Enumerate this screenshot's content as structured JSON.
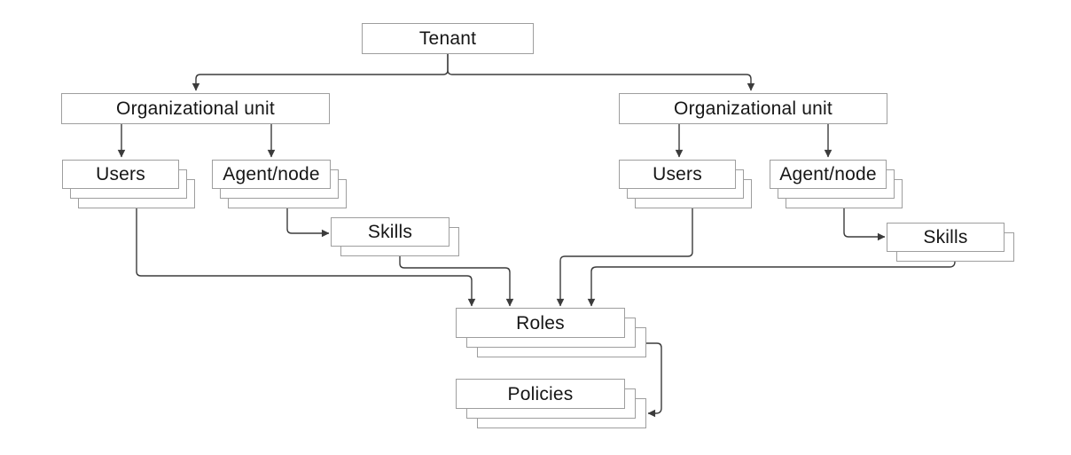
{
  "diagram": {
    "description": "Tenant hierarchy diagram",
    "colors": {
      "box_fill": "#ffffff",
      "box_border": "#9e9e9e",
      "connector": "#3b3b3b",
      "text": "#161616"
    },
    "nodes": {
      "tenant": {
        "label": "Tenant",
        "stacked": false
      },
      "org_unit_left": {
        "label": "Organizational unit",
        "stacked": false
      },
      "org_unit_right": {
        "label": "Organizational unit",
        "stacked": false
      },
      "users_left": {
        "label": "Users",
        "stacked": true
      },
      "agent_node_left": {
        "label": "Agent/node",
        "stacked": true
      },
      "skills_left": {
        "label": "Skills",
        "stacked": true
      },
      "users_right": {
        "label": "Users",
        "stacked": true
      },
      "agent_node_right": {
        "label": "Agent/node",
        "stacked": true
      },
      "skills_right": {
        "label": "Skills",
        "stacked": true
      },
      "roles": {
        "label": "Roles",
        "stacked": true
      },
      "policies": {
        "label": "Policies",
        "stacked": true
      }
    },
    "edges": [
      {
        "from": "tenant",
        "to": "org_unit_left"
      },
      {
        "from": "tenant",
        "to": "org_unit_right"
      },
      {
        "from": "org_unit_left",
        "to": "users_left"
      },
      {
        "from": "org_unit_left",
        "to": "agent_node_left"
      },
      {
        "from": "agent_node_left",
        "to": "skills_left"
      },
      {
        "from": "org_unit_right",
        "to": "users_right"
      },
      {
        "from": "org_unit_right",
        "to": "agent_node_right"
      },
      {
        "from": "agent_node_right",
        "to": "skills_right"
      },
      {
        "from": "users_left",
        "to": "roles"
      },
      {
        "from": "skills_left",
        "to": "roles"
      },
      {
        "from": "users_right",
        "to": "roles"
      },
      {
        "from": "skills_right",
        "to": "roles"
      },
      {
        "from": "roles",
        "to": "policies"
      }
    ]
  }
}
